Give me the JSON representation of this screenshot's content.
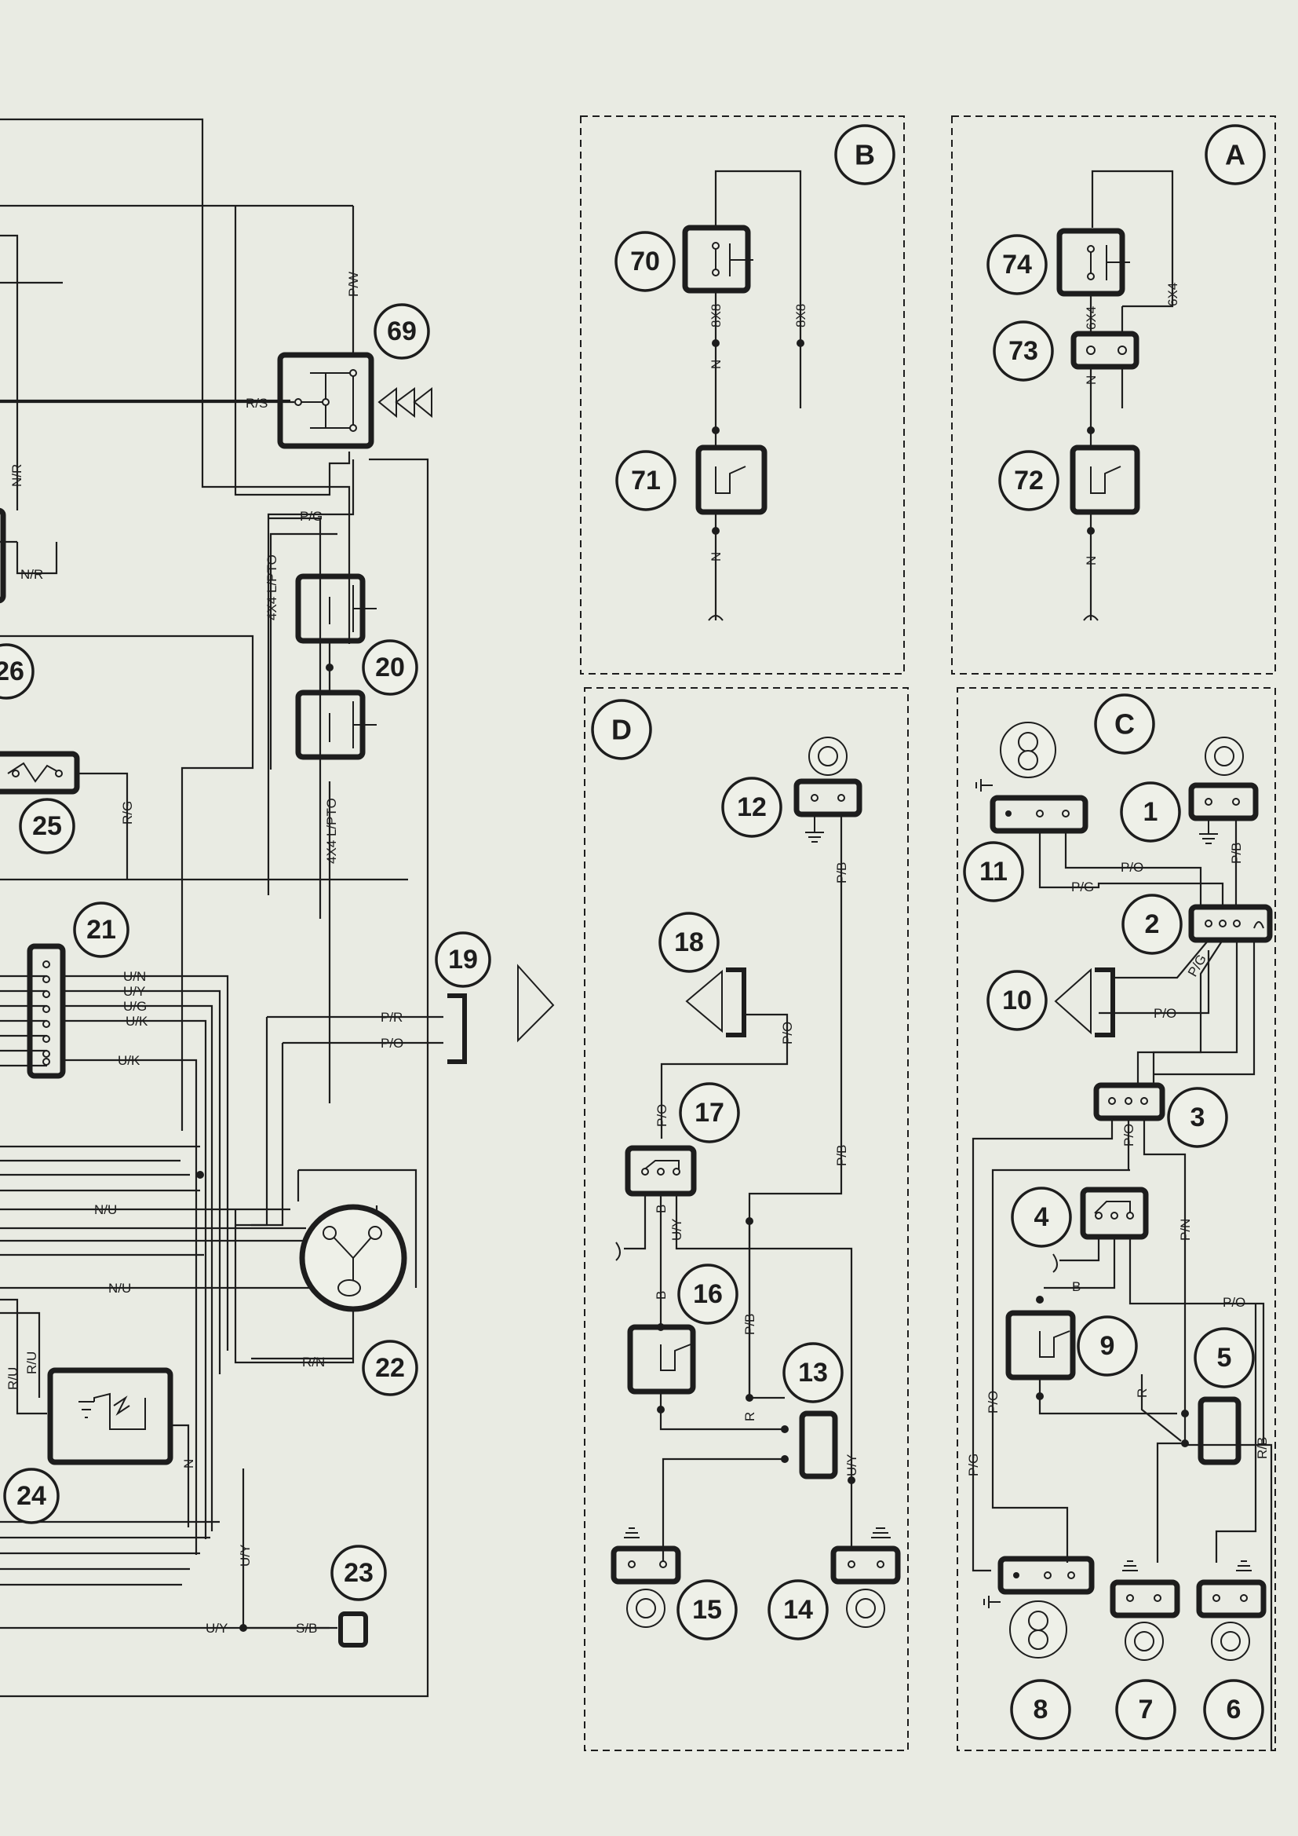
{
  "panels": {
    "A": "A",
    "B": "B",
    "C": "C",
    "D": "D"
  },
  "components": {
    "c1": "1",
    "c2": "2",
    "c3": "3",
    "c4": "4",
    "c5": "5",
    "c6": "6",
    "c7": "7",
    "c8": "8",
    "c9": "9",
    "c10": "10",
    "c11": "11",
    "c12": "12",
    "c13": "13",
    "c14": "14",
    "c15": "15",
    "c16": "16",
    "c17": "17",
    "c18": "18",
    "c19": "19",
    "c20": "20",
    "c21": "21",
    "c22": "22",
    "c23": "23",
    "c24": "24",
    "c25": "25",
    "c26": "26",
    "c69": "69",
    "c70": "70",
    "c71": "71",
    "c72": "72",
    "c73": "73",
    "c74": "74"
  },
  "wire_labels": {
    "pw": "P/W",
    "rs": "R/S",
    "nr1": "N/R",
    "nr2": "N/R",
    "pg_main": "P/G",
    "l4x4_1": "4X4 L/PTO",
    "l4x4_2": "4X4 L/PTO",
    "rg": "R/G",
    "un": "U/N",
    "uy1": "U/Y",
    "ug": "U/G",
    "uk1": "U/K",
    "uk2": "U/K",
    "pr": "P/R",
    "po_main": "P/O",
    "nu1": "N/U",
    "nu2": "N/U",
    "ru1": "R/U",
    "ru2": "R/U",
    "rn": "R/N",
    "n24": "N",
    "uy2": "U/Y",
    "uy3": "U/Y",
    "sb": "S/B",
    "b_8x8_1": "8X8",
    "b_8x8_2": "8X8",
    "b_n1": "N",
    "b_n2": "N",
    "a_6x4_1": "6X4",
    "a_6x4_2": "6X4",
    "a_n1": "N",
    "a_n2": "N",
    "d_pb1": "P/B",
    "d_pb2": "P/B",
    "d_po1": "P/O",
    "d_po2": "P/O",
    "d_b1": "B",
    "d_uy1": "U/Y",
    "d_b2": "B",
    "d_pb3": "P/B",
    "d_r": "R",
    "d_uy2": "U/Y",
    "c_pb": "P/B",
    "c_po1": "P/O",
    "c_pg1": "P/G",
    "c_pg2": "P/G",
    "c_po2": "P/O",
    "c_po3": "P/O",
    "c_pn": "P/N",
    "c_b": "B",
    "c_po4": "P/O",
    "c_r": "R",
    "c_rb": "R/B",
    "c_pg3": "P/G",
    "c_po5": "P/O"
  }
}
